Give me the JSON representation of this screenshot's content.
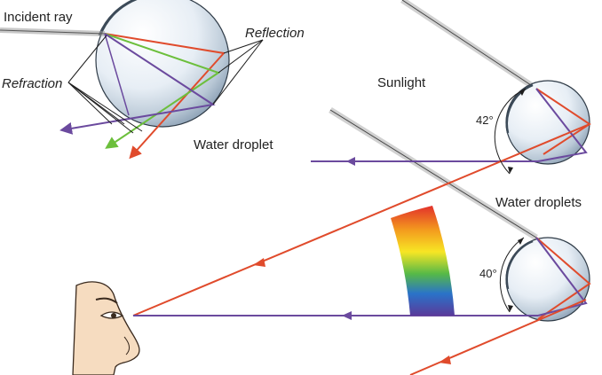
{
  "labels": {
    "incident_ray": "Incident ray",
    "reflection": "Reflection",
    "refraction": "Refraction",
    "water_droplet": "Water droplet",
    "sunlight": "Sunlight",
    "water_droplets": "Water droplets",
    "angle_top": "42°",
    "angle_bottom": "40°"
  },
  "colors": {
    "red": "#e04b2c",
    "violet": "#6b4a9e",
    "green": "#6cbf3c",
    "sunbeam": "#9a9a9a",
    "outline": "#1e1e1e",
    "skin": "#f6dcc0"
  }
}
